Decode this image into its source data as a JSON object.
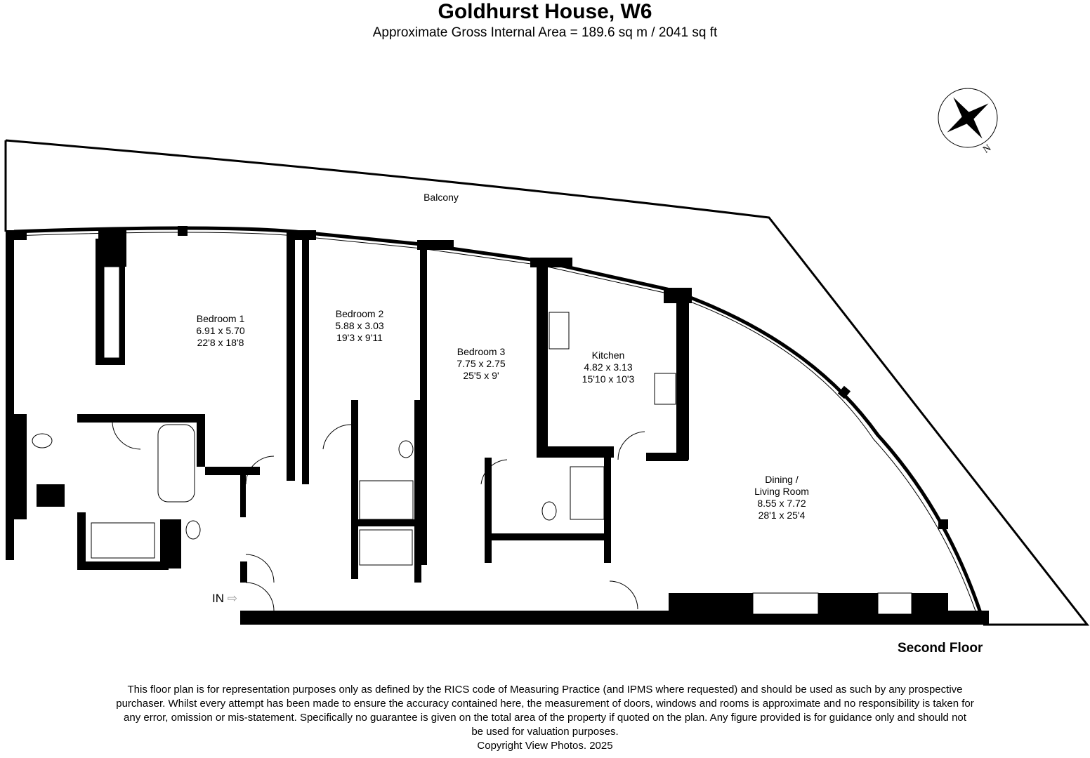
{
  "header": {
    "title": "Goldhurst House, W6",
    "subtitle": "Approximate Gross Internal Area = 189.6 sq m / 2041 sq ft"
  },
  "rooms": [
    {
      "name": "Balcony"
    },
    {
      "name": "Bedroom 1",
      "metric": "6.91 x 5.70",
      "imperial": "22'8 x 18'8"
    },
    {
      "name": "Bedroom 2",
      "metric": "5.88 x 3.03",
      "imperial": "19'3 x  9'11"
    },
    {
      "name": "Bedroom 3",
      "metric": "7.75 x 2.75",
      "imperial": "25'5 x 9'"
    },
    {
      "name": "Kitchen",
      "metric": "4.82 x 3.13",
      "imperial": "15'10 x 10'3"
    },
    {
      "name": "Dining /",
      "name2": "Living Room",
      "metric": "8.55 x 7.72",
      "imperial": "28'1 x 25'4"
    }
  ],
  "entrance_label": "IN",
  "compass": {
    "label": "N"
  },
  "floor_label": "Second Floor",
  "disclaimer": {
    "lines": [
      "This floor plan is for representation purposes only as defined by the RICS code of Measuring Practice (and IPMS where requested) and should be used as such by any prospective",
      "purchaser. Whilst every attempt has been made to ensure the accuracy contained here, the measurement of doors, windows and rooms is approximate and no responsibility is taken for",
      "any error, omission or mis-statement. Specifically no guarantee is given on the total area of the property if quoted on the plan. Any figure provided is for guidance only and should not",
      "be used for valuation purposes."
    ],
    "copyright": "Copyright View Photos. 2025"
  }
}
